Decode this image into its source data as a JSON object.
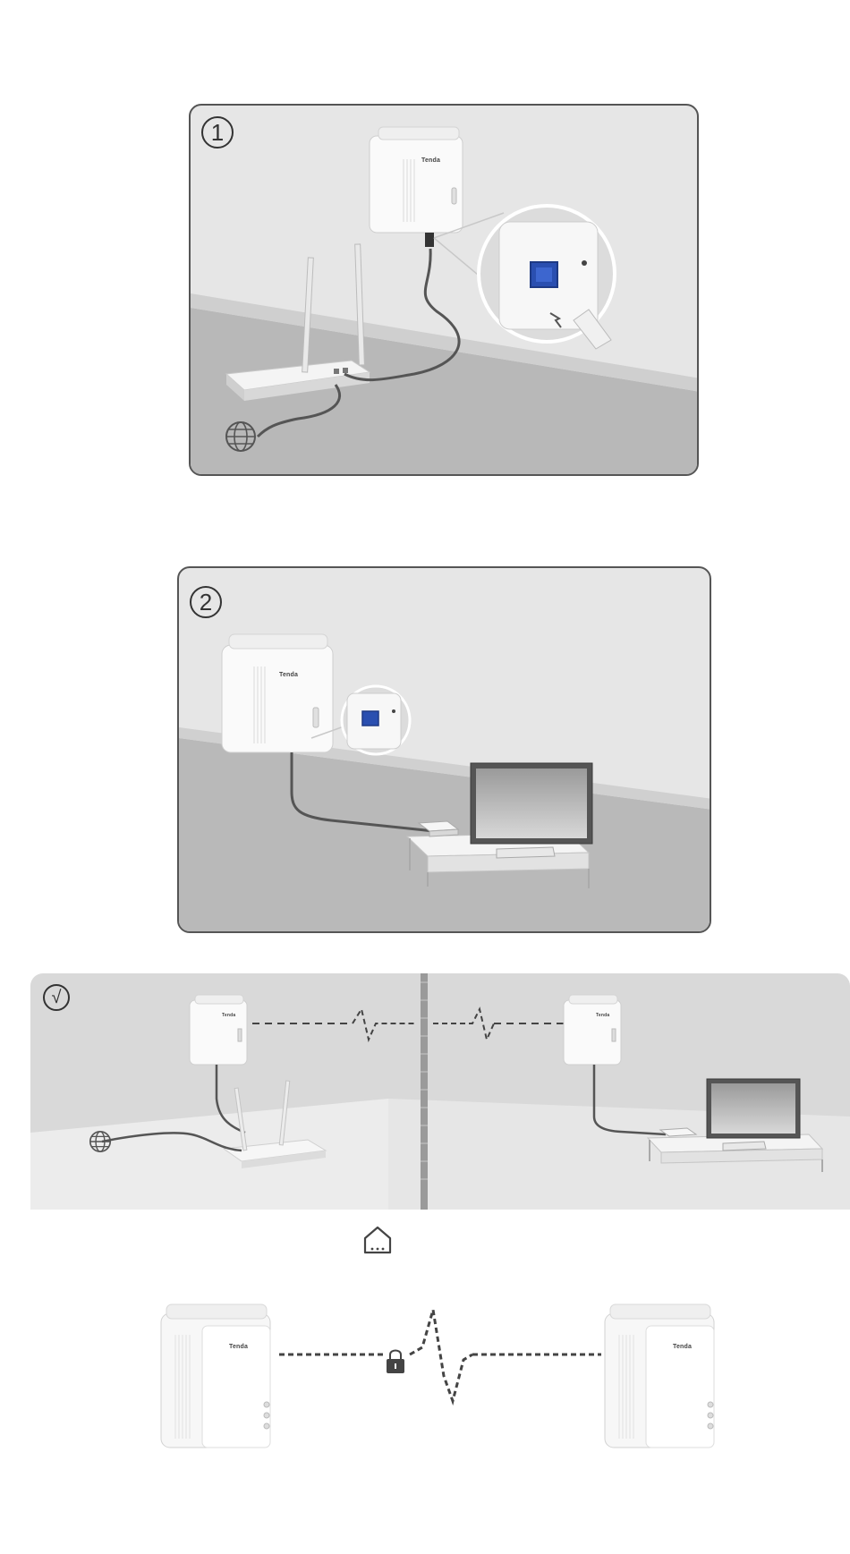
{
  "steps": [
    {
      "number": "1",
      "brand": "Tenda"
    },
    {
      "number": "2",
      "brand": "Tenda"
    }
  ],
  "result": {
    "mark": "√",
    "brand_left": "Tenda",
    "brand_right": "Tenda"
  },
  "pairing": {
    "brand_left": "Tenda",
    "brand_right": "Tenda"
  },
  "icons": [
    "globe-icon",
    "home-icon",
    "lock-icon"
  ],
  "colors": {
    "wall": "#e6e6e6",
    "floor": "#b9b9b9",
    "border": "#555555",
    "cable": "#555555",
    "port": "#2a4fb0"
  }
}
